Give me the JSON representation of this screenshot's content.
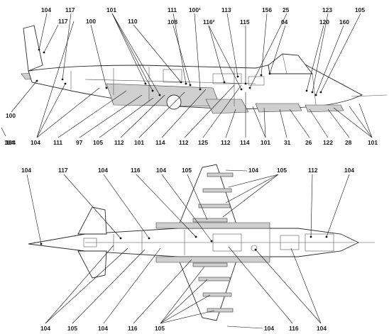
{
  "side_view": {
    "top_labels": [
      "104",
      "117",
      "101",
      "111",
      "100¹",
      "113",
      "156",
      "25",
      "123",
      "105",
      "117",
      "100",
      "110",
      "108",
      "116²",
      "115",
      "04",
      "120",
      "160"
    ],
    "left_labels": [
      "100",
      "104"
    ],
    "bottom_labels": [
      "104",
      "104",
      "111",
      "97",
      "105",
      "112",
      "101",
      "114",
      "112",
      "125",
      "112",
      "114",
      "101",
      "31",
      "26",
      "122",
      "28",
      "101"
    ]
  },
  "top_view": {
    "top_labels": [
      "104",
      "117",
      "104",
      "116",
      "104",
      "105",
      "104",
      "105",
      "112",
      "104"
    ],
    "bottom_labels": [
      "104",
      "105",
      "104",
      "116",
      "105",
      "104",
      "116",
      "104"
    ]
  }
}
